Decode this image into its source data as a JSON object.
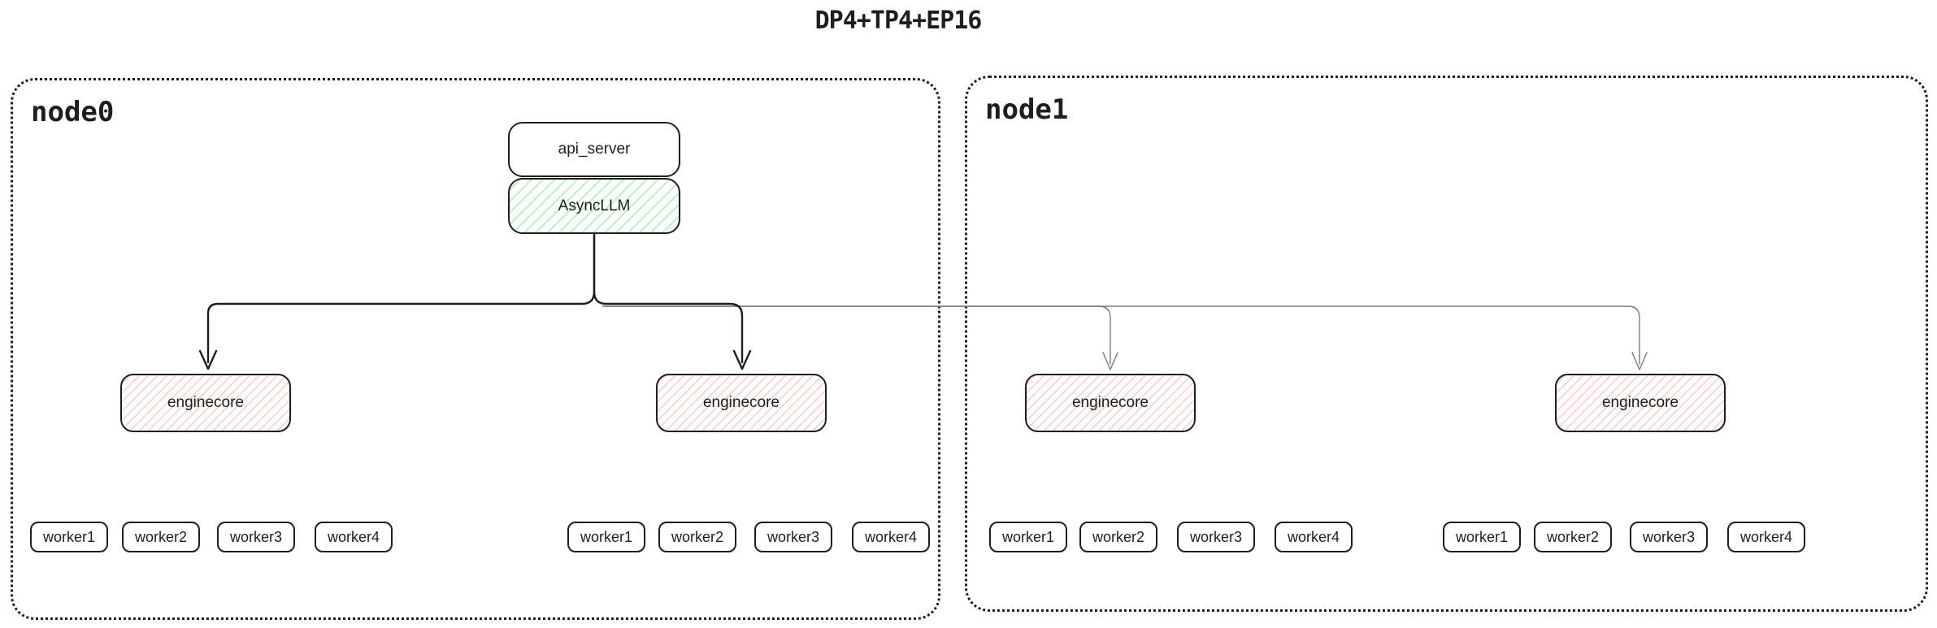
{
  "title": "DP4+TP4+EP16",
  "nodes": {
    "node0": {
      "label": "node0"
    },
    "node1": {
      "label": "node1"
    }
  },
  "api_server": {
    "label": "api_server"
  },
  "async_llm": {
    "label": "AsyncLLM"
  },
  "groups": [
    {
      "enginecore_label": "enginecore",
      "workers": [
        "worker1",
        "worker2",
        "worker3",
        "worker4"
      ]
    },
    {
      "enginecore_label": "enginecore",
      "workers": [
        "worker1",
        "worker2",
        "worker3",
        "worker4"
      ]
    },
    {
      "enginecore_label": "enginecore",
      "workers": [
        "worker1",
        "worker2",
        "worker3",
        "worker4"
      ]
    },
    {
      "enginecore_label": "enginecore",
      "workers": [
        "worker1",
        "worker2",
        "worker3",
        "worker4"
      ]
    }
  ],
  "colors": {
    "stroke": "#1e1e1e",
    "green_hatch": "#b2f2bb",
    "red_hatch": "#ffc9c9",
    "secondary_line": "#7a7a7a",
    "background": "#ffffff"
  }
}
